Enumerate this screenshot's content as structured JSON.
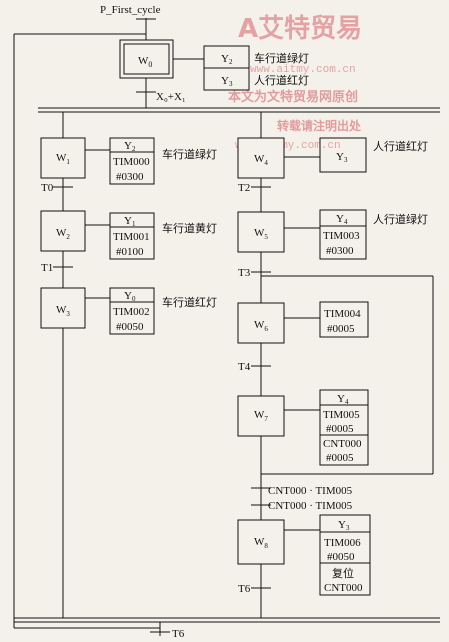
{
  "watermark": {
    "logo": "A艾特贸易",
    "url_top": "www.aitmy.com.cn",
    "credit_a": "本文为",
    "credit_b": "文特贸易网",
    "credit_c": "原创",
    "repost": "转载请注明出处",
    "url_mid": "www.aitmy.com.cn"
  },
  "initial": {
    "trigger": "P_First_cycle",
    "step": "W",
    "step_sub": "0",
    "out_red_car": "Y",
    "out_red_car_sub": "2",
    "out_red_car_label": "车行道绿灯",
    "out_red_ped": "Y",
    "out_red_ped_sub": "3",
    "out_red_ped_label": "人行道红灯",
    "transition": "X₀+X₁"
  },
  "left_branch": {
    "w1": {
      "step": "W",
      "sub": "1",
      "out": "Y",
      "out_sub": "2",
      "timer": "TIM000",
      "preset": "#0300",
      "label": "车行道绿灯"
    },
    "t0": "T0",
    "w2": {
      "step": "W",
      "sub": "2",
      "out": "Y",
      "out_sub": "1",
      "timer": "TIM001",
      "preset": "#0100",
      "label": "车行道黄灯"
    },
    "t1": "T1",
    "w3": {
      "step": "W",
      "sub": "3",
      "out": "Y",
      "out_sub": "0",
      "timer": "TIM002",
      "preset": "#0050",
      "label": "车行道红灯"
    }
  },
  "right_branch": {
    "w4": {
      "step": "W",
      "sub": "4",
      "out": "Y",
      "out_sub": "3",
      "label": "人行道红灯"
    },
    "t2": "T2",
    "w5": {
      "step": "W",
      "sub": "5",
      "out": "Y",
      "out_sub": "4",
      "timer": "TIM003",
      "preset": "#0300",
      "label": "人行道绿灯"
    },
    "t3": "T3",
    "w6": {
      "step": "W",
      "sub": "6",
      "timer": "TIM004",
      "preset": "#0005"
    },
    "t4": "T4",
    "w7": {
      "step": "W",
      "sub": "7",
      "out": "Y",
      "out_sub": "4",
      "timer": "TIM005",
      "preset": "#0005",
      "counter": "CNT000",
      "counter_preset": "#0005"
    },
    "cond_loop": "CNT000 · TIM005",
    "cond_exit": "CNT000 · TIM005",
    "w8": {
      "step": "W",
      "sub": "8",
      "out": "Y",
      "out_sub": "3",
      "timer": "TIM006",
      "preset": "#0050",
      "reset": "复位",
      "reset_target": "CNT000"
    },
    "t6": "T6"
  },
  "final_transition": "T6"
}
